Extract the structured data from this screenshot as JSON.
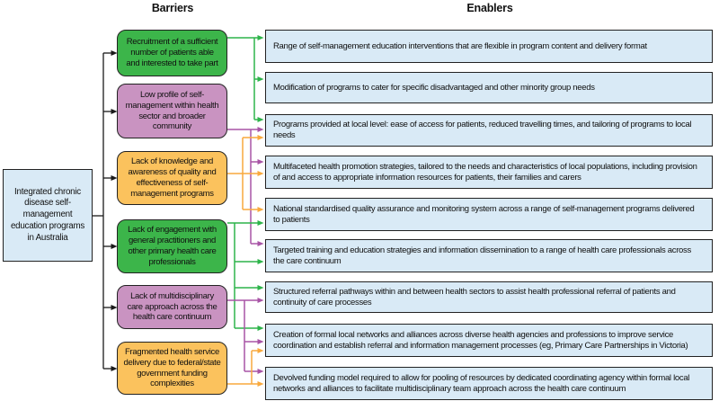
{
  "diagram": {
    "column_headers": {
      "barriers": "Barriers",
      "enablers": "Enablers"
    },
    "root": {
      "label": "Integrated chronic disease self-management education programs in Australia"
    },
    "barriers": [
      {
        "label": "Recruitment of a sufficient number of patients able and interested to take part",
        "color_key": "green"
      },
      {
        "label": "Low profile of self-management within health sector and broader community",
        "color_key": "pink"
      },
      {
        "label": "Lack of knowledge and awareness of quality and effectiveness of self-management programs",
        "color_key": "orange"
      },
      {
        "label": "Lack of engagement with general practitioners and other primary health care professionals",
        "color_key": "green"
      },
      {
        "label": "Lack of multidisciplinary care approach across the health care continuum",
        "color_key": "pink"
      },
      {
        "label": "Fragmented health service delivery due to federal/state government funding complexities",
        "color_key": "orange"
      }
    ],
    "enablers": [
      {
        "label": "Range of self-management education interventions that are flexible in program content and delivery format"
      },
      {
        "label": "Modification of programs to cater for specific disadvantaged and other minority group needs"
      },
      {
        "label": "Programs provided at local level: ease of access for patients, reduced travelling times, and tailoring of programs to local needs"
      },
      {
        "label": "Multifaceted health promotion strategies, tailored to the needs and characteristics of local populations, including provision of and access to appropriate information resources for patients, their families and carers"
      },
      {
        "label": "National standardised quality assurance and monitoring system across a range of self-management programs delivered to patients"
      },
      {
        "label": "Targeted training and education strategies and information dissemination to a range of health care professionals across the care continuum"
      },
      {
        "label": "Structured referral pathways within and between health sectors to assist health professional referral of patients and continuity of care processes"
      },
      {
        "label": "Creation of formal local networks and alliances across diverse health agencies and professions to improve service coordination and establish referral and information management processes (eg, Primary Care Partnerships in Victoria)"
      },
      {
        "label": "Devolved funding model required to allow for pooling of resources by dedicated coordinating agency within formal local networks and alliances to facilitate multidisciplinary team approach across the health care continuum"
      }
    ],
    "connections": [
      {
        "from_barrier": 1,
        "arrow_color": "green",
        "to_enablers": [
          1,
          2,
          3
        ]
      },
      {
        "from_barrier": 2,
        "arrow_color": "purple",
        "to_enablers": [
          3,
          4,
          6
        ]
      },
      {
        "from_barrier": 3,
        "arrow_color": "orange",
        "to_enablers": [
          3,
          4,
          5
        ]
      },
      {
        "from_barrier": 4,
        "arrow_color": "green",
        "to_enablers": [
          5,
          6,
          7,
          8
        ]
      },
      {
        "from_barrier": 5,
        "arrow_color": "purple",
        "to_enablers": [
          7,
          8,
          9
        ]
      },
      {
        "from_barrier": 6,
        "arrow_color": "orange",
        "to_enablers": [
          8,
          9
        ]
      }
    ],
    "colors": {
      "barrier_green": "#3cb54a",
      "barrier_pink": "#c993c1",
      "barrier_orange": "#fbc25d",
      "enabler_blue": "#d9eaf6",
      "root_blue": "#d9eaf6",
      "arrow_green": "#2db44a",
      "arrow_purple": "#a854a6",
      "arrow_orange": "#f9a93d",
      "arrow_black": "#1a1a1a",
      "box_border": "#222222"
    }
  }
}
